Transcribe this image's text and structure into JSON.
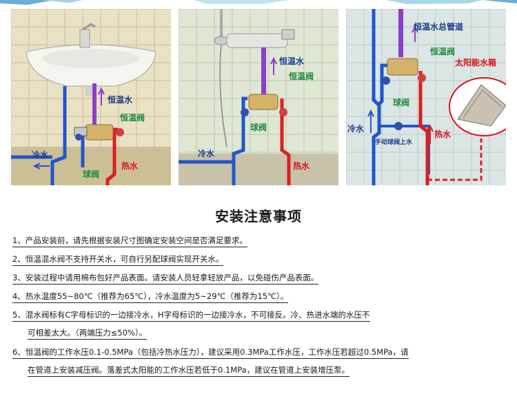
{
  "panels": [
    {
      "name": "washbasin",
      "labels": {
        "constant_water": "恒温水",
        "thermostatic_valve": "恒温阀",
        "cold_water": "冷水",
        "ball_valve": "球阀",
        "hot_water": "热水"
      }
    },
    {
      "name": "shower",
      "labels": {
        "constant_water": "恒温水",
        "thermostatic_valve": "恒温阀",
        "ball_valve": "球阀",
        "cold_water": "冷水",
        "hot_water": "热水"
      }
    },
    {
      "name": "solar",
      "labels": {
        "main_pipe": "恒温水总管道",
        "thermostatic_valve": "恒温阀",
        "solar_tank": "太阳能水箱",
        "ball_valve": "球阀",
        "cold_water": "冷水",
        "hot_water": "热水",
        "manual_ball_valve": "手动球阀上水"
      }
    }
  ],
  "colors": {
    "cold_pipe": "#2255cc",
    "hot_pipe": "#dd1f1f",
    "mixed_pipe": "#8a3fc8",
    "label_red": "#d8141e",
    "label_blue": "#1f3c8c",
    "label_green": "#1a8a3a",
    "tile_bg": "#e8dfc2"
  },
  "title": "安装注意事项",
  "notes": [
    {
      "line1": "1、产品安装前，请先根据安装尺寸图确定安装空间是否满足要求。"
    },
    {
      "line1": "2、恒温混水阀不支持开关水，可自行另配球阀实现开关水。"
    },
    {
      "line1": "3、安装过程中请用棉布包好产品表面。请安装人员轻拿轻放产品，以免碰伤产品表面。"
    },
    {
      "line1": "4、热水温度55~80℃（推荐为65℃），冷水温度为5~29℃（推荐为15℃）。"
    },
    {
      "line1": "5、混水阀标有C字母标识的一边接冷水，H字母标识的一边接冷水，不可接反。冷、热进水端的水压不",
      "line2": "可相差太大。（两端压力≤50%）。"
    },
    {
      "line1": "6、恒温阀的工作水压0.1-0.5MPa（包括冷热水压力），建议采用0.3MPa工作水压，工作水压若超过0.5MPa，请",
      "line2": "在管道上安装减压阀。落差式太阳能的工作水压若低于0.1MPa，建议在管道上安装增压泵。"
    }
  ]
}
